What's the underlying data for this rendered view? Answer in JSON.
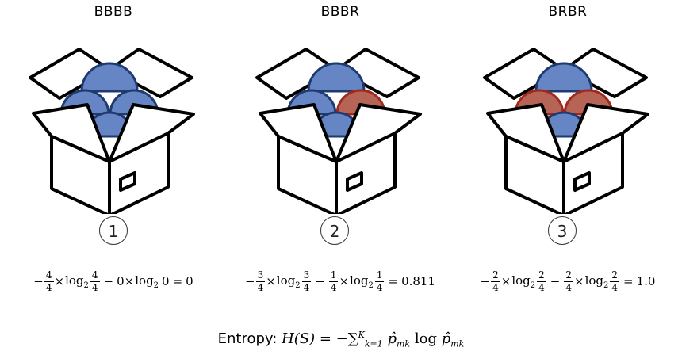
{
  "panels": [
    {
      "label": "BBBB",
      "number": "1",
      "balls": [
        "blue",
        "blue",
        "blue",
        "blue"
      ],
      "formula": {
        "minus1": "−",
        "f1": {
          "num": "4",
          "den": "4"
        },
        "times1": "×",
        "log1": "log",
        "base1": "2",
        "f2": {
          "num": "4",
          "den": "4"
        },
        "minus2": "−",
        "coef2": "0",
        "times2": "×",
        "log2": "log",
        "base2": "2",
        "arg2": "0",
        "eq": "=",
        "result": "0"
      }
    },
    {
      "label": "BBBR",
      "number": "2",
      "balls": [
        "blue",
        "blue",
        "blue",
        "red"
      ],
      "formula": {
        "minus1": "−",
        "f1": {
          "num": "3",
          "den": "4"
        },
        "times1": "×",
        "log1": "log",
        "base1": "2",
        "f2": {
          "num": "3",
          "den": "4"
        },
        "minus2": "−",
        "f3": {
          "num": "1",
          "den": "4"
        },
        "times2": "×",
        "log2": "log",
        "base2": "2",
        "f4": {
          "num": "1",
          "den": "4"
        },
        "eq": "=",
        "result": "0.811"
      }
    },
    {
      "label": "BRBR",
      "number": "3",
      "balls": [
        "blue",
        "red",
        "red",
        "blue"
      ],
      "formula": {
        "minus1": "−",
        "f1": {
          "num": "2",
          "den": "4"
        },
        "times1": "×",
        "log1": "log",
        "base1": "2",
        "f2": {
          "num": "2",
          "den": "4"
        },
        "minus2": "−",
        "f3": {
          "num": "2",
          "den": "4"
        },
        "times2": "×",
        "log2": "log",
        "base2": "2",
        "f4": {
          "num": "2",
          "den": "4"
        },
        "eq": "=",
        "result": "1.0"
      }
    }
  ],
  "entropy": {
    "label": "Entropy:",
    "lhs": "H(S) = −",
    "sum": "∑",
    "sum_lower": "k=1",
    "sum_upper": "K",
    "term1": "p̂",
    "term1_sub": "mk",
    "log": "log",
    "term2": "p̂",
    "term2_sub": "mk"
  },
  "colors": {
    "blue_fill": "#6585c4",
    "blue_stroke": "#1f3a6e",
    "red_fill": "#b56456",
    "red_stroke": "#a0281e",
    "outline": "#000000"
  }
}
